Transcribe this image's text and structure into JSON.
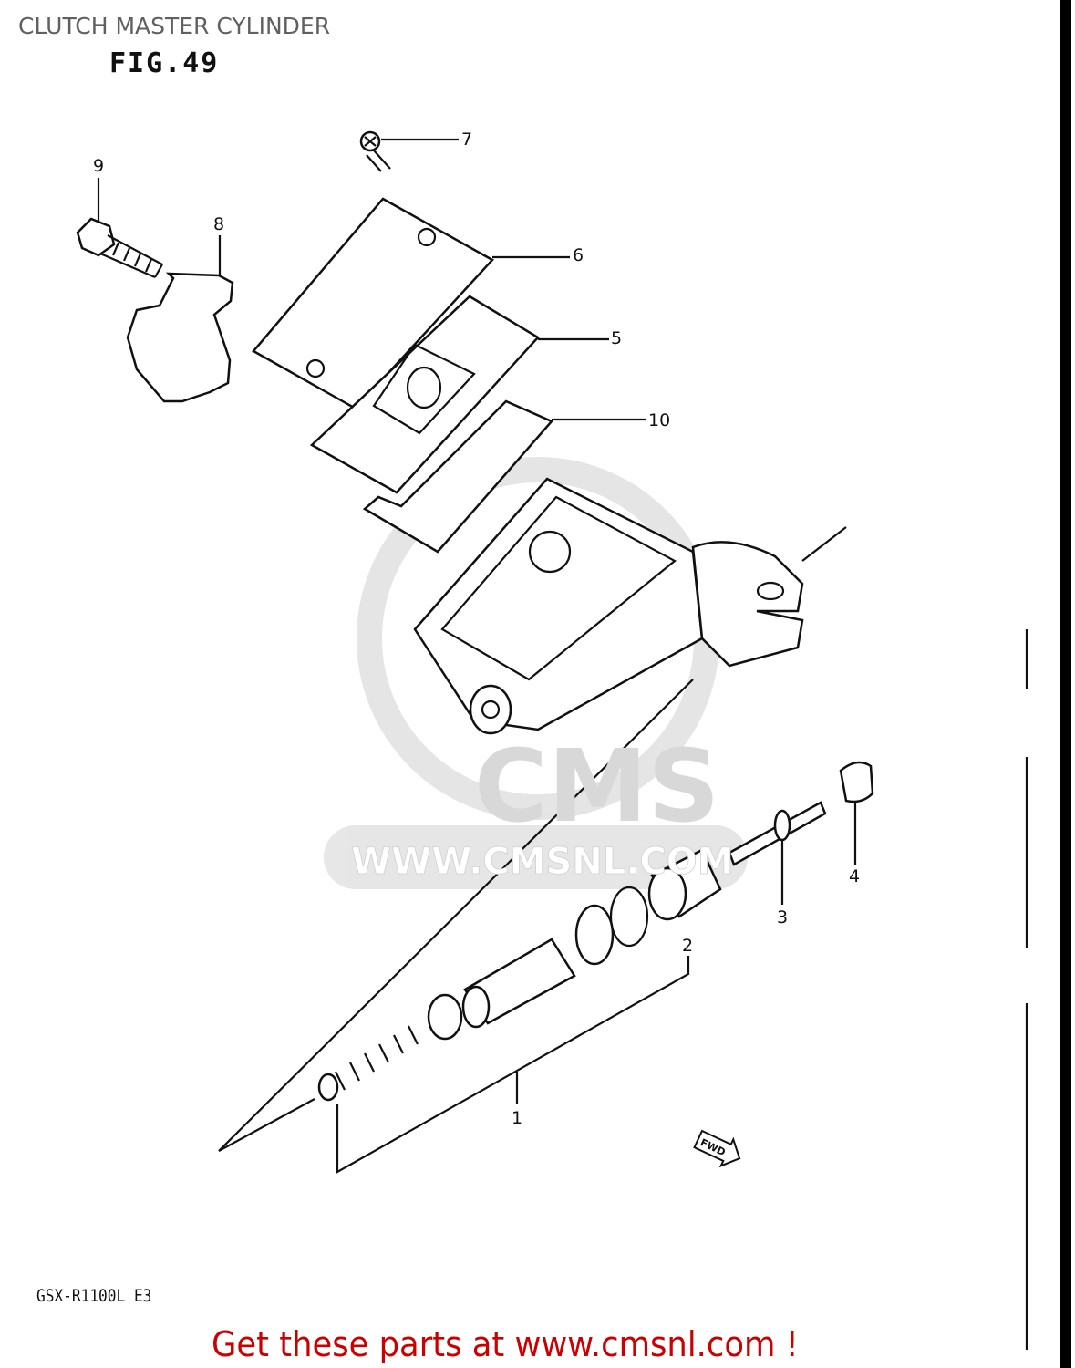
{
  "header": {
    "title": "CLUTCH MASTER CYLINDER",
    "figure": "FIG.49"
  },
  "footer": {
    "model": "GSX-R1100L E3",
    "promo": "Get these parts at www.cmsnl.com !"
  },
  "watermark": {
    "logo": "CMS",
    "url": "WWW.CMSNL.COM"
  },
  "diagram": {
    "callouts": [
      "1",
      "2",
      "3",
      "4",
      "5",
      "6",
      "7",
      "8",
      "9",
      "10"
    ],
    "direction_marker": "FWD"
  },
  "colors": {
    "promo": "#cc0000",
    "title": "#606060",
    "watermark": "#d8d8d8"
  }
}
